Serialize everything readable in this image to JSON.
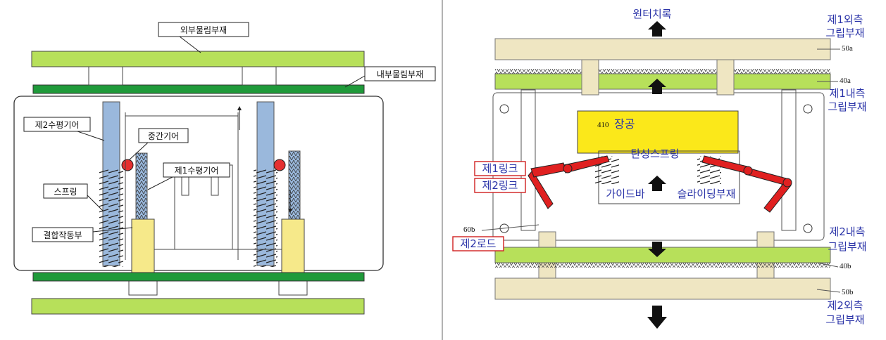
{
  "left_figure": {
    "labels": {
      "outer_gripper": "외부물림부재",
      "inner_gripper": "내부물림부재",
      "second_horizontal_gear": "제2수평기어",
      "middle_gear": "중간기어",
      "first_horizontal_gear": "제1수평기어",
      "spring": "스프링",
      "coupling_actuator": "결합작동부"
    }
  },
  "right_figure": {
    "labels": {
      "return_path": "원터치록",
      "first_outer_grip": "제1외측\n그립부재",
      "first_outer_grip_l1": "제1외측",
      "first_outer_grip_l2": "그립부재",
      "first_inner_grip_l1": "제1내측",
      "first_inner_grip_l2": "그립부재",
      "second_inner_grip_l1": "제2내측",
      "second_inner_grip_l2": "그립부재",
      "second_outer_grip_l1": "제2외측",
      "second_outer_grip_l2": "그립부재",
      "tool": "장공",
      "elastic_spring": "탄성스프링",
      "guide_bar": "가이드바",
      "slider": "슬라이딩부재",
      "first_link": "제1링크",
      "second_link": "제2링크",
      "second_rod": "제2로드"
    },
    "refs": {
      "r50a": "50a",
      "r40a": "40a",
      "r410": "410",
      "r60b": "60b",
      "r40b": "40b",
      "r50b": "50b"
    }
  },
  "colors": {
    "green_light": "#b7e05a",
    "green_dark": "#1f9a3a",
    "beige": "#efe6c2",
    "blue_gear": "#9ab8dc",
    "yellow": "#fbe81a",
    "red": "#e02020",
    "label_blue": "#2a33a8"
  }
}
